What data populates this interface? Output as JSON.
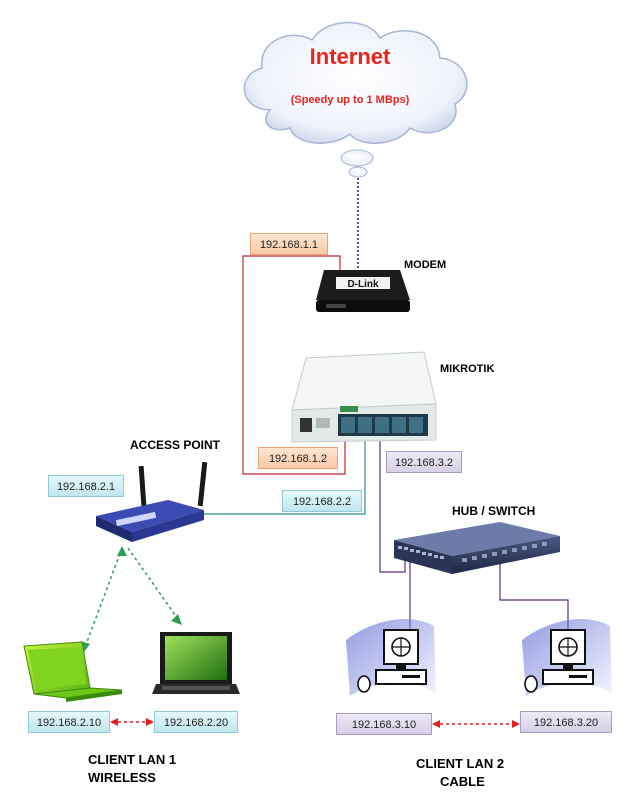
{
  "cloud": {
    "title": "Internet",
    "subtitle": "(Speedy up to 1 MBps)"
  },
  "devices": {
    "modem": "MODEM",
    "mikrotik": "MIKROTIK",
    "access_point": "ACCESS POINT",
    "hub_switch": "HUB / SWITCH"
  },
  "modem_brand": "D-Link",
  "ip_labels": {
    "modem_ip": "192.168.1.1",
    "mikrotik_wan_ip": "192.168.1.2",
    "mikrotik_lan1_ip": "192.168.2.2",
    "mikrotik_lan2_ip": "192.168.3.2",
    "access_point_ip": "192.168.2.1",
    "laptop1_ip": "192.168.2.10",
    "laptop2_ip": "192.168.2.20",
    "pc1_ip": "192.168.3.10",
    "pc2_ip": "192.168.3.20"
  },
  "groups": {
    "lan1_line1": "CLIENT LAN 1",
    "lan1_line2": "WIRELESS",
    "lan2_line1": "CLIENT LAN 2",
    "lan2_line2": "CABLE"
  },
  "colors": {
    "internet_text": "#e8241c",
    "modem_link": "#6a4a8a",
    "wan_link": "#c0282e",
    "ap_link": "#2f8f86",
    "switch_link": "#5b2d82",
    "wireless_link": "#2e9e55",
    "peer_link": "#e02020"
  }
}
